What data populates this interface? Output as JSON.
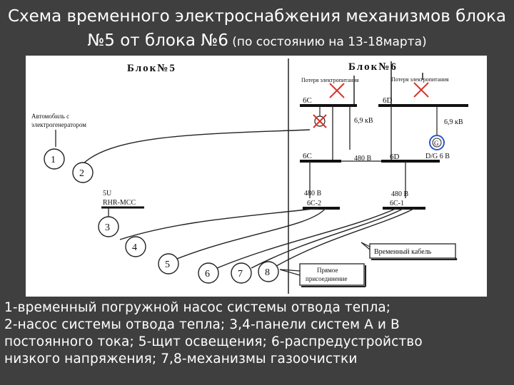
{
  "title": {
    "line1": "Схема временного электроснабжения механизмов блока",
    "line2_main": "№5 от блока №6",
    "line2_small": " (по состоянию на 13-18марта)"
  },
  "diagram": {
    "block5_label": "Блок№5",
    "block6_label": "Блок№6",
    "loss_label_1": "Потеря электропитания",
    "loss_label_2": "Потеря электропитания",
    "generator_car_line1": "Автомобиль с",
    "generator_car_line2": "электрогенератором",
    "bus_6c_top": "6C",
    "bus_6d_top": "6D",
    "voltage_69_left": "6,9 кВ",
    "voltage_69_right": "6,9 кВ",
    "gen_symbol": "G",
    "dg_label": "D/G 6 B",
    "bus_6c_mid": "6C",
    "bus_6d_mid": "6D",
    "v480_mid": "480 B",
    "v480_left": "480 B",
    "bus_6c2": "6C-2",
    "v480_right": "480 B",
    "bus_6c1": "6C-1",
    "label_5u": "5U",
    "label_rhr": "RHR-MCC",
    "temp_cable": "Временный кабель",
    "direct_line1": "Прямое",
    "direct_line2": "присоединение",
    "loss_color": "#d9342b",
    "gen_color": "#2f56c9",
    "nodes": [
      "1",
      "2",
      "3",
      "4",
      "5",
      "6",
      "7",
      "8"
    ]
  },
  "caption": {
    "n1": "1",
    "t1": "-временный погружной насос системы отвода тепла;",
    "n2": "2",
    "t2": "-насос системы отвода тепла; ",
    "n34": "3,4",
    "t34": "-панели систем А и В",
    "t34b": "постоянного тока; ",
    "n5": "5",
    "t5": "-щит освещения; ",
    "n6": "6",
    "t6": "-распредустройство",
    "t6b": "низкого напряжения; ",
    "n78": "7,8",
    "t78": "-механизмы газоочистки"
  }
}
